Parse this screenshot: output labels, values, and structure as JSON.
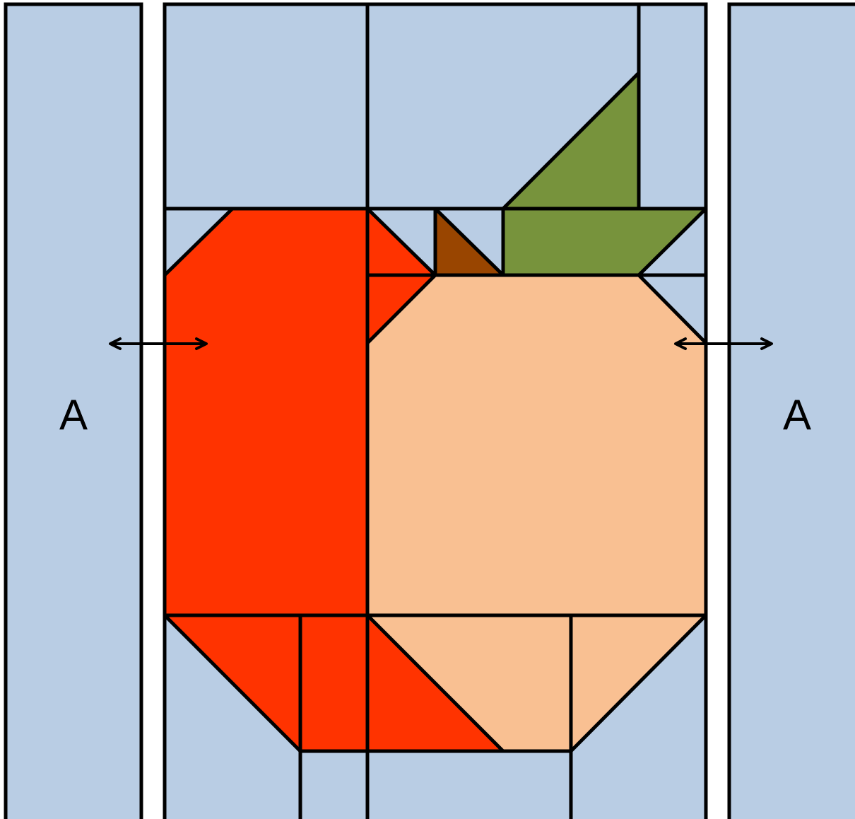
{
  "labels": {
    "left_strip": "A",
    "right_strip": "A"
  },
  "colors": {
    "background_fabric": "#b9cde4",
    "apple_red": "#ff3300",
    "apple_peach": "#f9c092",
    "leaf_green": "#77933c",
    "stem_brown": "#994500",
    "seam_line": "#000000"
  },
  "icons": {
    "left_arrow": "double-headed-arrow",
    "right_arrow": "double-headed-arrow"
  }
}
